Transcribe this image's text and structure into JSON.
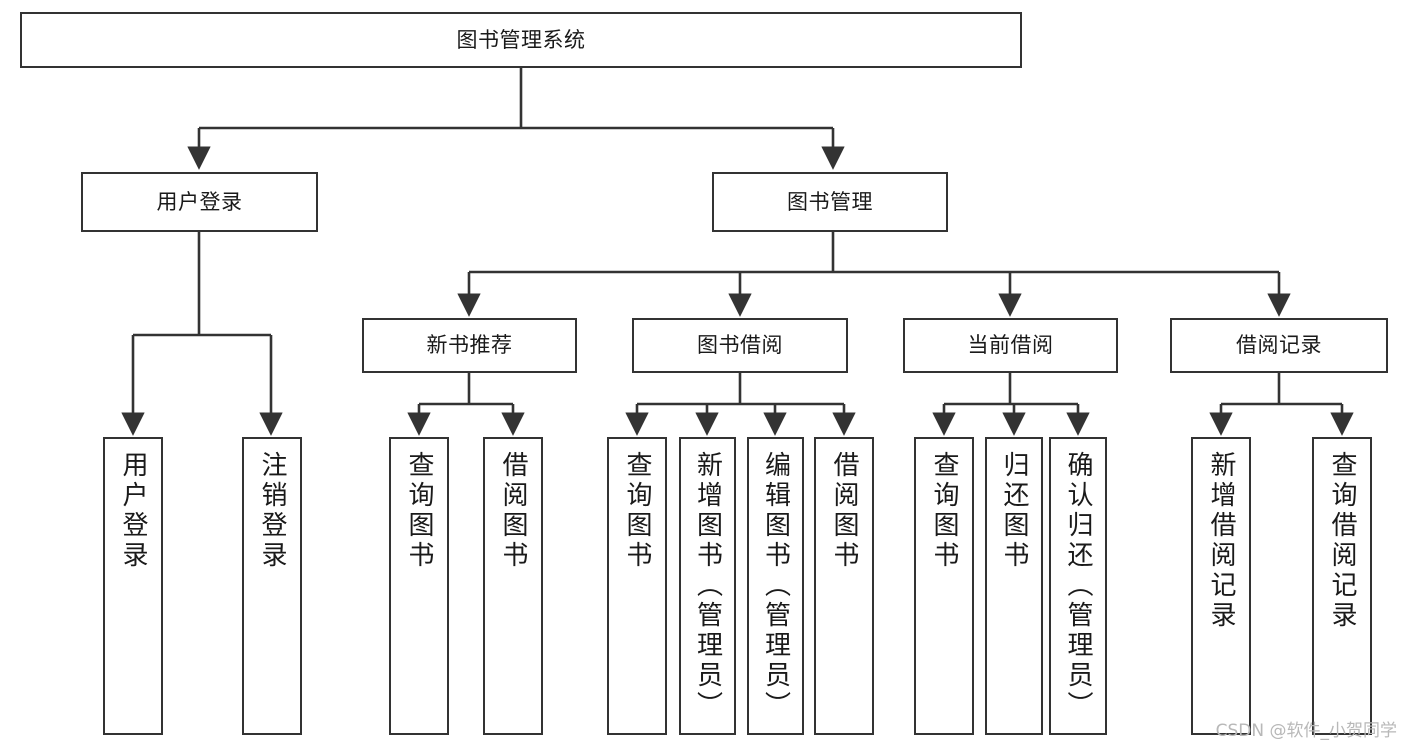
{
  "diagram": {
    "type": "tree-hierarchy",
    "title": "图书管理系统",
    "watermark": "CSDN @软件_小贺同学",
    "colors": {
      "box_border": "#333333",
      "box_fill": "#ffffff",
      "connector": "#333333",
      "text": "#1a1a1a",
      "watermark": "#b8b8b8",
      "background": "#ffffff"
    },
    "nodes": {
      "root": {
        "label": "图书管理系统"
      },
      "level1": [
        {
          "id": "user-login",
          "label": "用户登录"
        },
        {
          "id": "book-manage",
          "label": "图书管理"
        }
      ],
      "level2": [
        {
          "id": "new-book-recommend",
          "label": "新书推荐"
        },
        {
          "id": "book-borrow",
          "label": "图书借阅"
        },
        {
          "id": "current-borrow",
          "label": "当前借阅"
        },
        {
          "id": "borrow-record",
          "label": "借阅记录"
        }
      ],
      "leaves": {
        "user-login": [
          {
            "id": "leaf-user-login",
            "label": "用户登录"
          },
          {
            "id": "leaf-logout",
            "label": "注销登录"
          }
        ],
        "new-book-recommend": [
          {
            "id": "leaf-query-book-1",
            "label": "查询图书"
          },
          {
            "id": "leaf-borrow-book-1",
            "label": "借阅图书"
          }
        ],
        "book-borrow": [
          {
            "id": "leaf-query-book-2",
            "label": "查询图书"
          },
          {
            "id": "leaf-add-book",
            "label": "新增图书（管理员）"
          },
          {
            "id": "leaf-edit-book",
            "label": "编辑图书（管理员）"
          },
          {
            "id": "leaf-borrow-book-2",
            "label": "借阅图书"
          }
        ],
        "current-borrow": [
          {
            "id": "leaf-query-book-3",
            "label": "查询图书"
          },
          {
            "id": "leaf-return-book",
            "label": "归还图书"
          },
          {
            "id": "leaf-confirm-return",
            "label": "确认归还（管理员）"
          }
        ],
        "borrow-record": [
          {
            "id": "leaf-add-record",
            "label": "新增借阅记录"
          },
          {
            "id": "leaf-query-record",
            "label": "查询借阅记录"
          }
        ]
      }
    }
  }
}
